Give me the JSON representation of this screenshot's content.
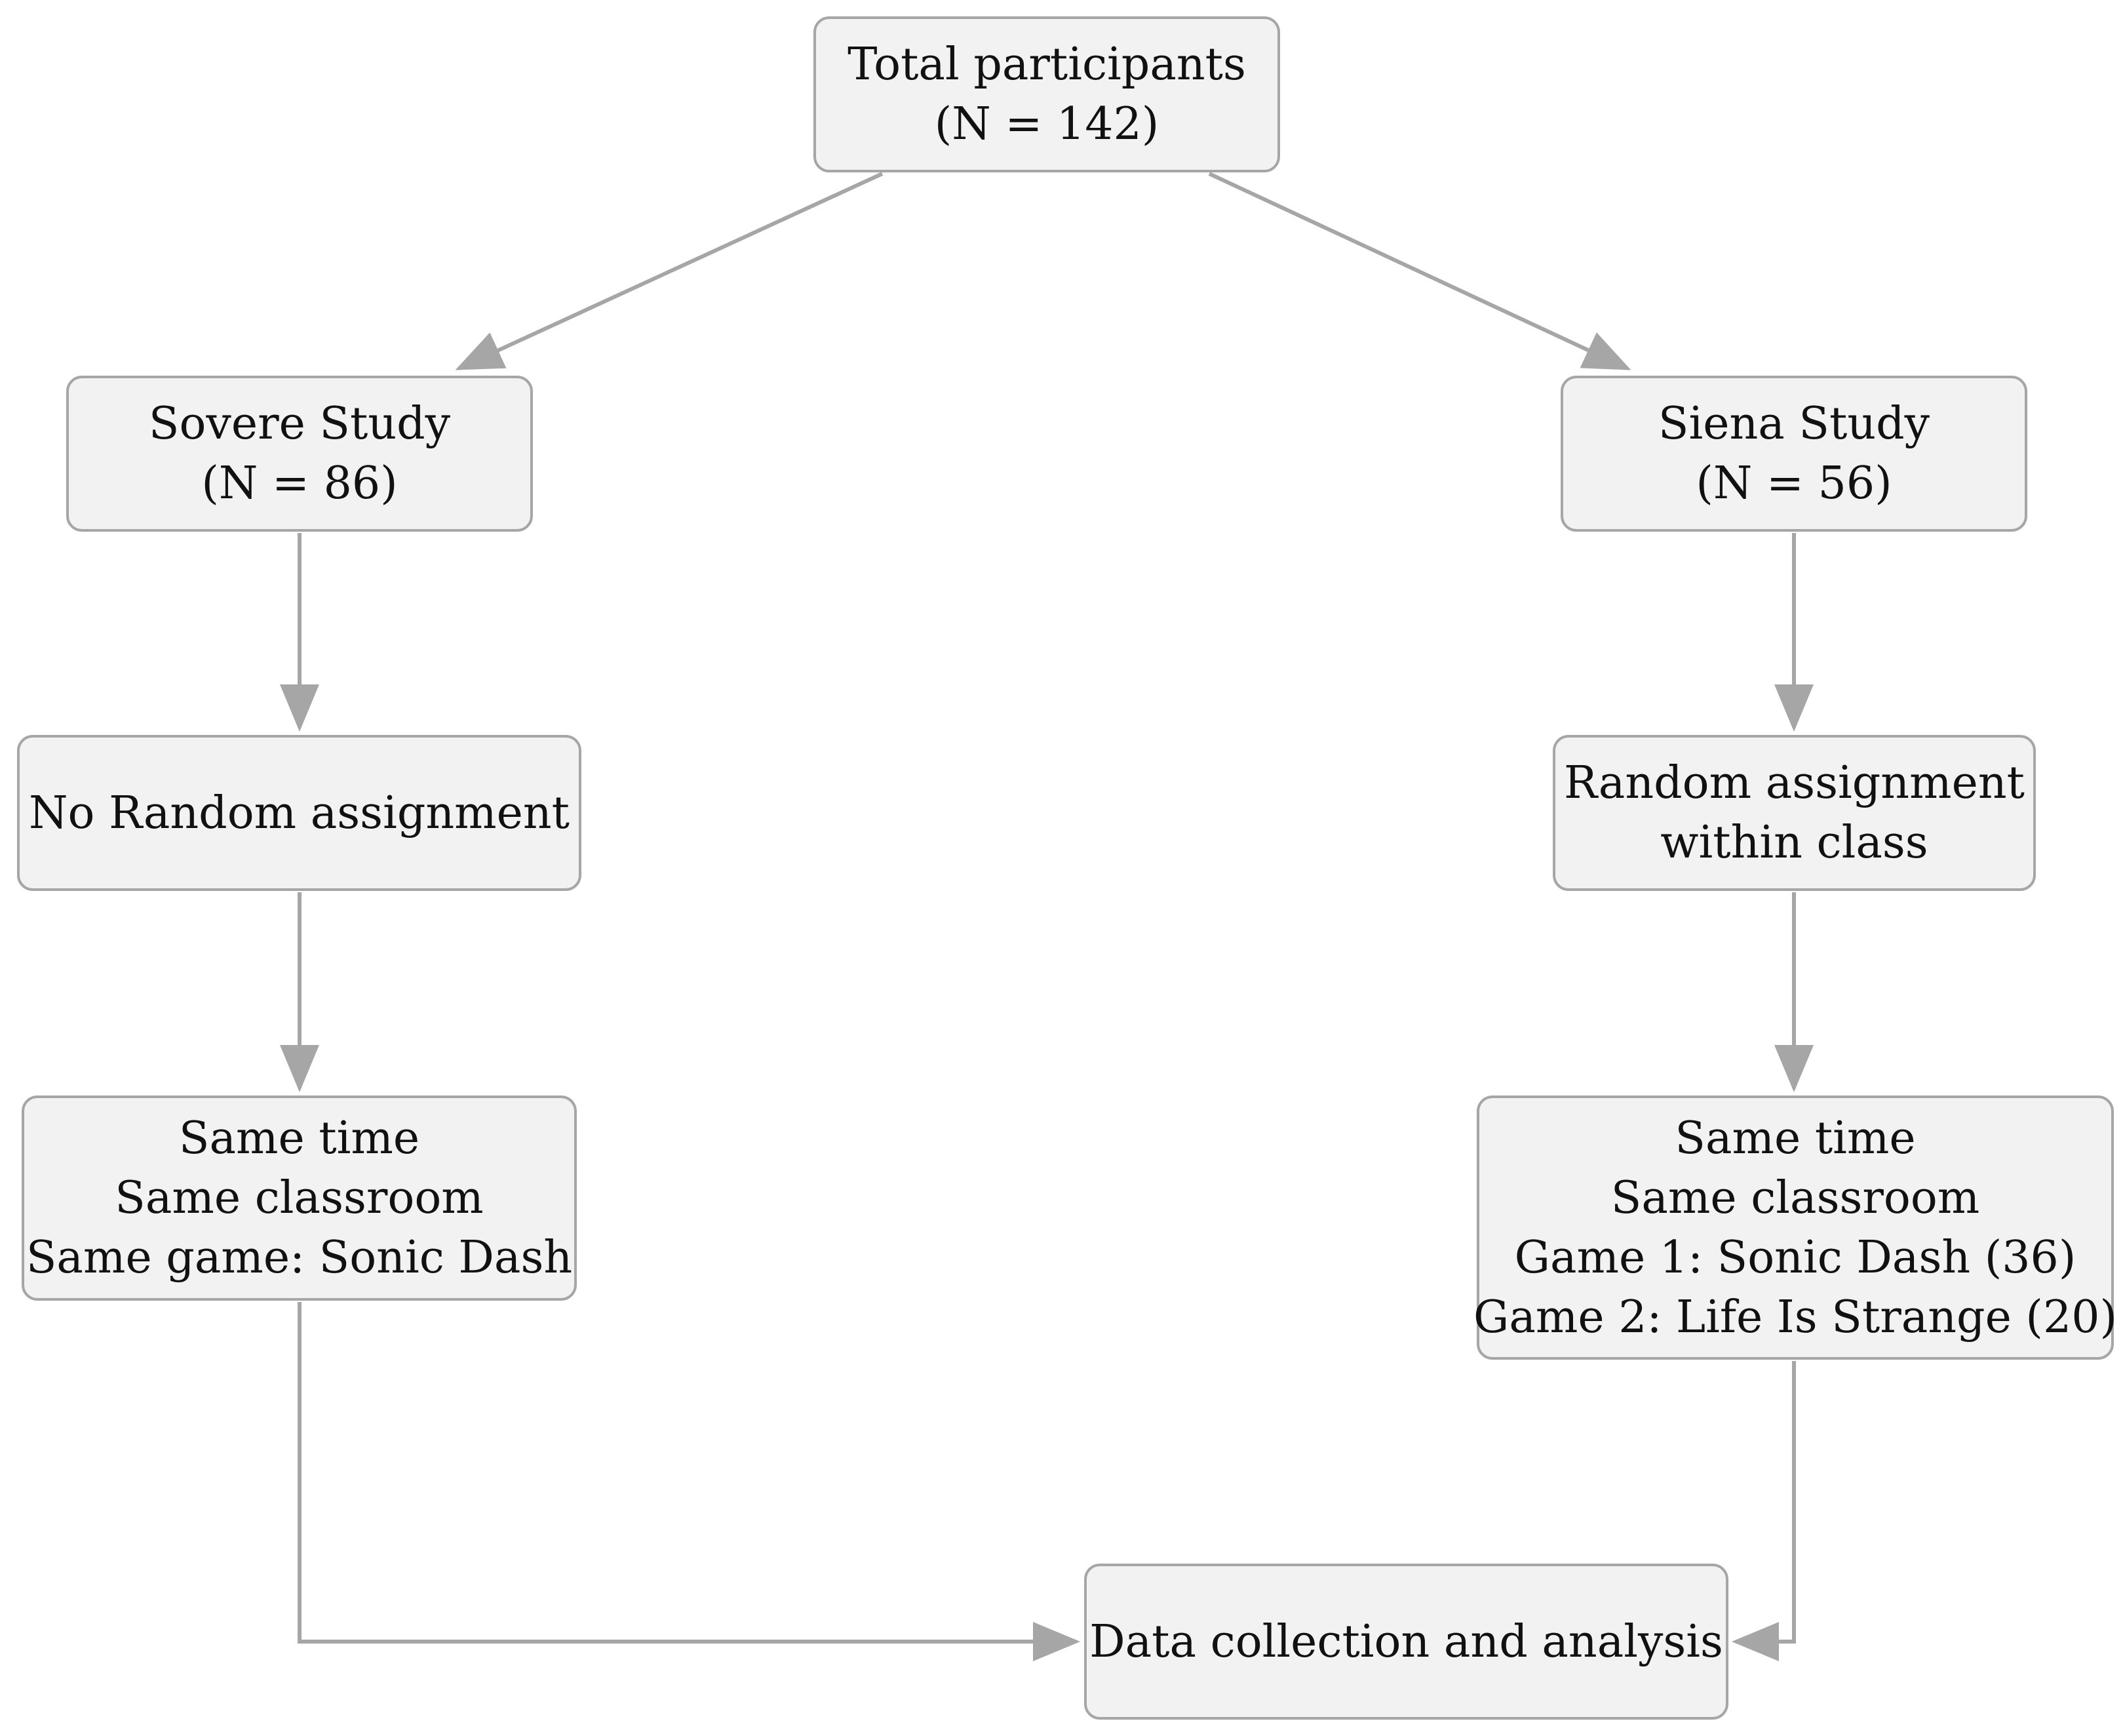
{
  "diagram": {
    "type": "flowchart",
    "nodes": [
      {
        "id": "total",
        "lines": [
          "Total participants",
          "(N = 142)"
        ]
      },
      {
        "id": "sovere",
        "lines": [
          "Sovere Study",
          "(N = 86)"
        ]
      },
      {
        "id": "siena",
        "lines": [
          "Siena Study",
          "(N = 56)"
        ]
      },
      {
        "id": "no_random",
        "lines": [
          "No Random assignment"
        ]
      },
      {
        "id": "random",
        "lines": [
          "Random assignment",
          "within class"
        ]
      },
      {
        "id": "sovere_conditions",
        "lines": [
          "Same time",
          "Same classroom",
          "Same game: Sonic Dash"
        ]
      },
      {
        "id": "siena_conditions",
        "lines": [
          "Same time",
          "Same classroom",
          "Game 1: Sonic Dash (36)",
          "Game 2: Life Is Strange (20)"
        ]
      },
      {
        "id": "data",
        "lines": [
          "Data collection and analysis"
        ]
      }
    ],
    "edges": [
      {
        "from": "total",
        "to": "sovere"
      },
      {
        "from": "total",
        "to": "siena"
      },
      {
        "from": "sovere",
        "to": "no_random"
      },
      {
        "from": "siena",
        "to": "random"
      },
      {
        "from": "no_random",
        "to": "sovere_conditions"
      },
      {
        "from": "random",
        "to": "siena_conditions"
      },
      {
        "from": "sovere_conditions",
        "to": "data"
      },
      {
        "from": "siena_conditions",
        "to": "data"
      }
    ],
    "colors": {
      "node_fill": "#f2f2f2",
      "node_border": "#a6a6a6",
      "edge": "#a6a6a6",
      "text": "#111111"
    }
  }
}
